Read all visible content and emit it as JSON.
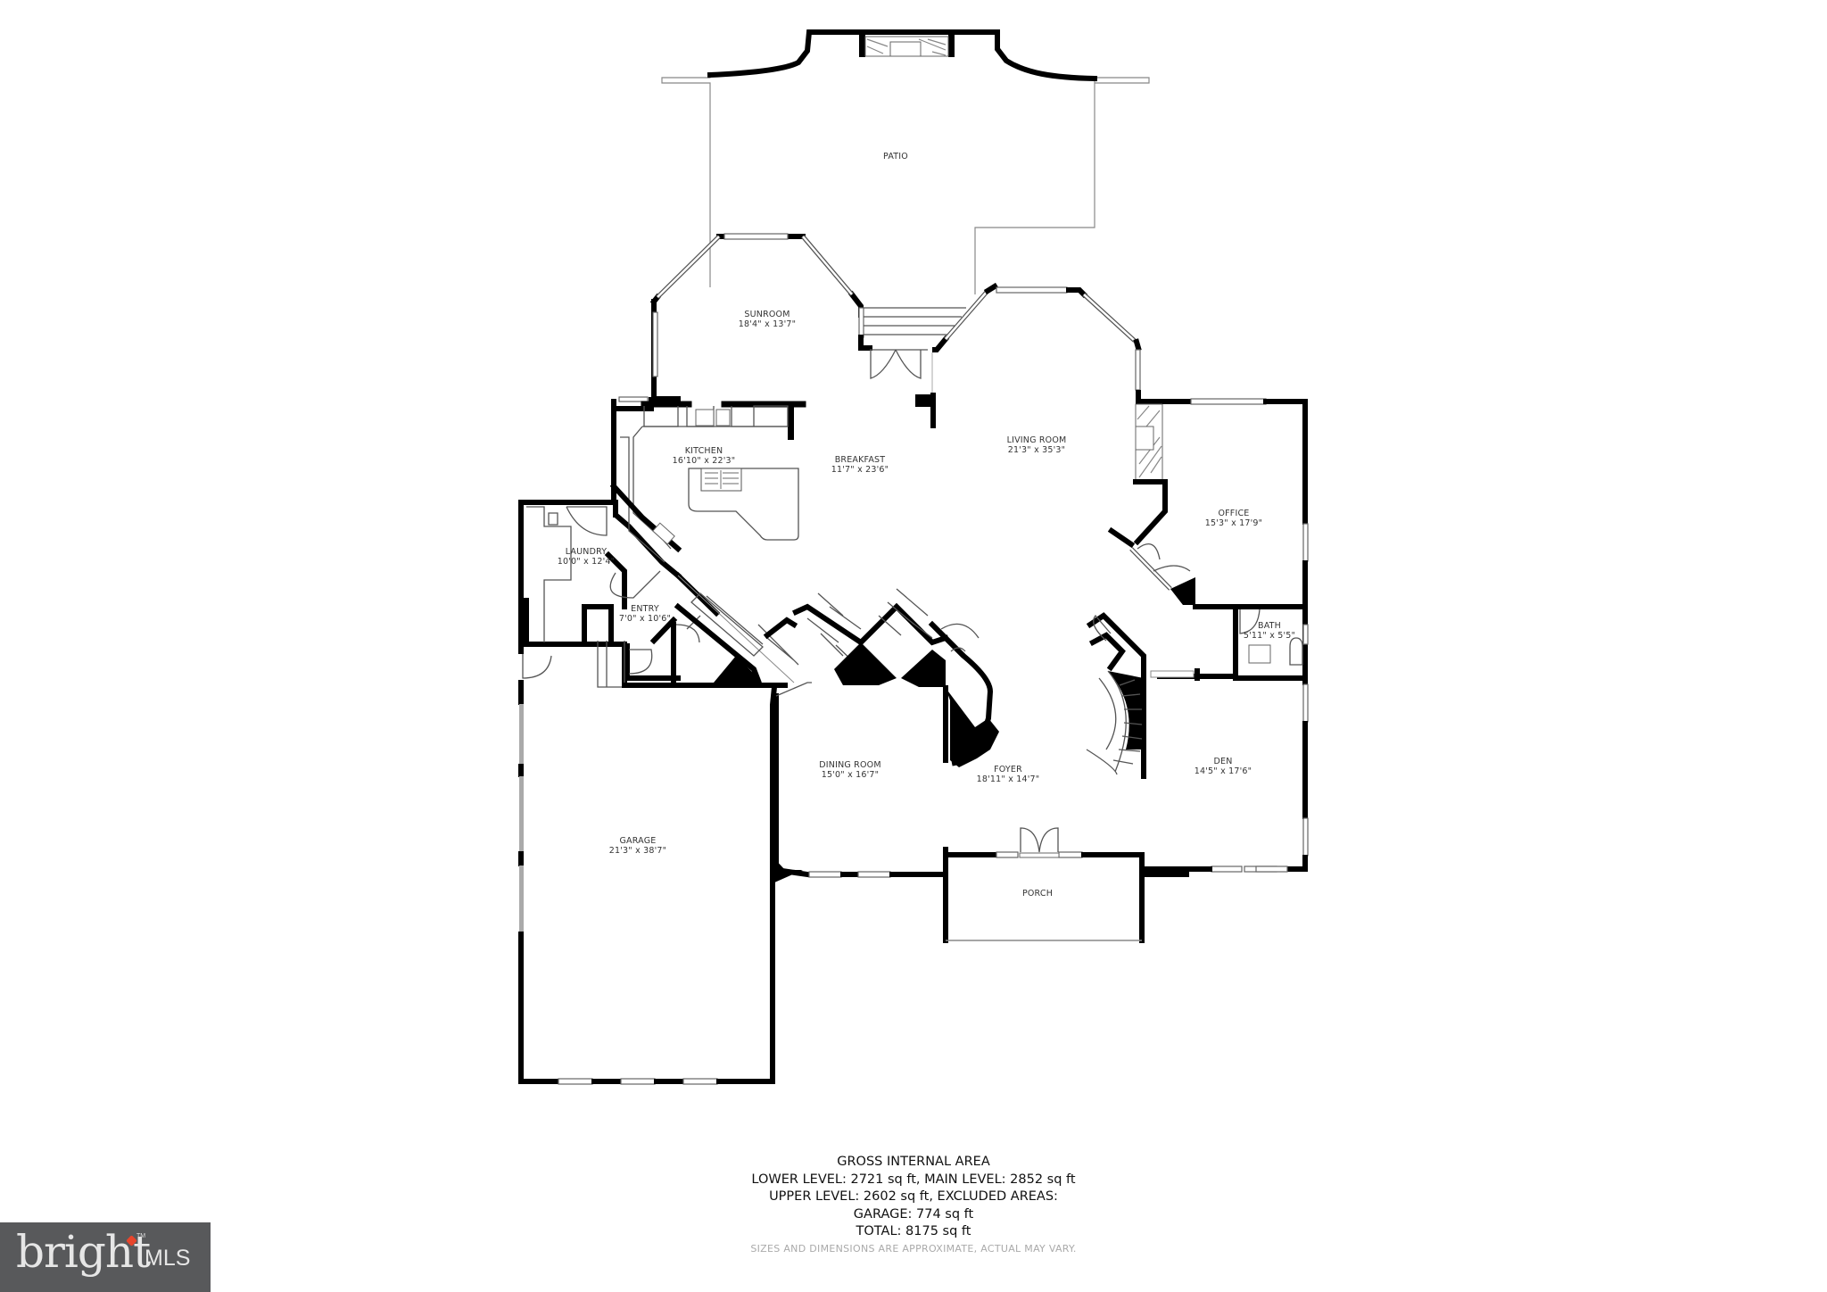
{
  "floorplan": {
    "rooms": [
      {
        "id": "patio",
        "name": "PATIO",
        "dims": ""
      },
      {
        "id": "sunroom",
        "name": "SUNROOM",
        "dims": "18'4\" x 13'7\""
      },
      {
        "id": "kitchen",
        "name": "KITCHEN",
        "dims": "16'10\" x 22'3\""
      },
      {
        "id": "breakfast",
        "name": "BREAKFAST",
        "dims": "11'7\" x 23'6\""
      },
      {
        "id": "living-room",
        "name": "LIVING ROOM",
        "dims": "21'3\" x 35'3\""
      },
      {
        "id": "office",
        "name": "OFFICE",
        "dims": "15'3\" x 17'9\""
      },
      {
        "id": "laundry",
        "name": "LAUNDRY",
        "dims": "10'0\" x 12'4\""
      },
      {
        "id": "entry",
        "name": "ENTRY",
        "dims": "7'0\" x 10'6\""
      },
      {
        "id": "bath",
        "name": "BATH",
        "dims": "5'11\" x 5'5\""
      },
      {
        "id": "dining-room",
        "name": "DINING ROOM",
        "dims": "15'0\" x 16'7\""
      },
      {
        "id": "foyer",
        "name": "FOYER",
        "dims": "18'11\" x 14'7\""
      },
      {
        "id": "den",
        "name": "DEN",
        "dims": "14'5\" x 17'6\""
      },
      {
        "id": "garage",
        "name": "GARAGE",
        "dims": "21'3\" x 38'7\""
      },
      {
        "id": "porch",
        "name": "PORCH",
        "dims": ""
      }
    ]
  },
  "area_summary": {
    "title": "GROSS INTERNAL AREA",
    "line1": "LOWER LEVEL: 2721 sq ft, MAIN LEVEL: 2852 sq ft",
    "line2": "UPPER LEVEL: 2602 sq ft, EXCLUDED AREAS:",
    "line3": "GARAGE: 774 sq ft",
    "line4": "TOTAL: 8175 sq ft",
    "disclaimer": "SIZES AND DIMENSIONS ARE APPROXIMATE, ACTUAL MAY VARY."
  },
  "logo": {
    "word": "bright",
    "suffix": "MLS",
    "tm": "TM",
    "accent_color": "#e8452c",
    "background": "#58595b"
  }
}
